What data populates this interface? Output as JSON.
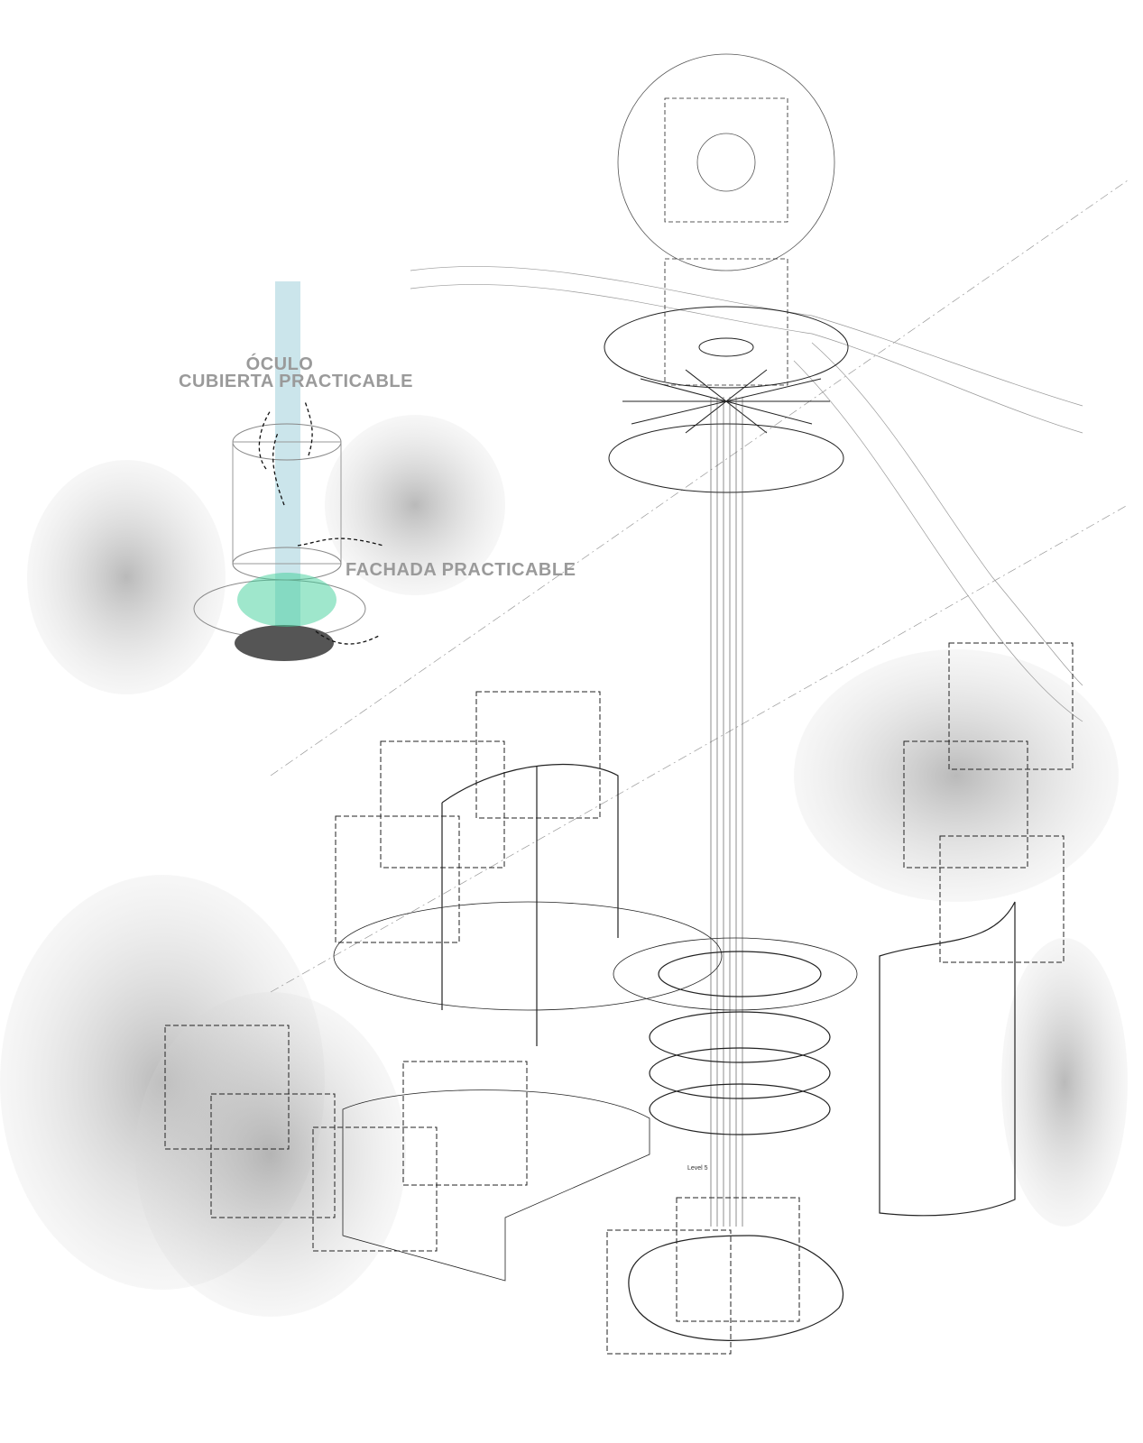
{
  "labels": {
    "oculo": "ÓCULO",
    "cubierta": "CUBIERTA PRACTICABLE",
    "fachada": "FACHADA PRACTICABLE",
    "level": "Level 5"
  },
  "colors": {
    "label_gray": "#9a9a9a",
    "light_shaft": "#a9d4de",
    "tree_green": "#3fcf9a",
    "line": "#333333",
    "tree_gray": "#bdbdbd"
  }
}
